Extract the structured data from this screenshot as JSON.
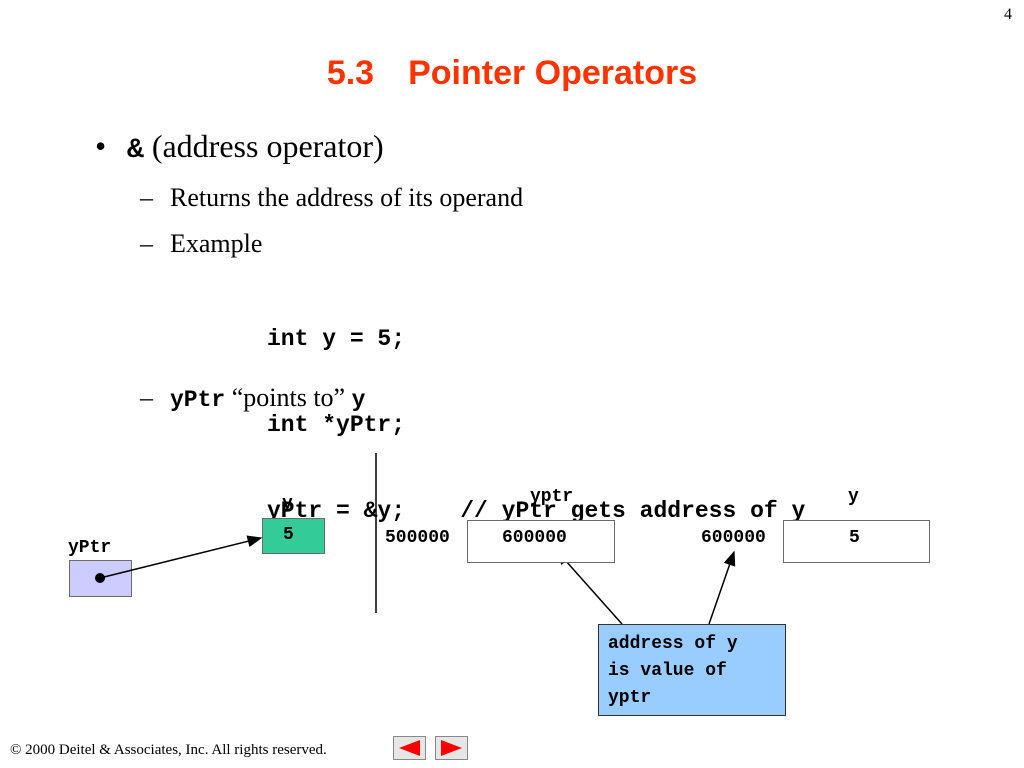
{
  "slide_number": "4",
  "title": "5.3 Pointer Operators",
  "bullet": {
    "symbol": "•",
    "operator": "&",
    "text": " (address operator)"
  },
  "sub_items": {
    "dash": "–",
    "returns": "Returns the address of its operand",
    "example": "Example",
    "points_var": "yPtr",
    "points_text": " “points to” ",
    "points_target": "y"
  },
  "code": [
    "int y = 5;",
    "int *yPtr;",
    "yPtr = &y;    // yPtr gets address of y"
  ],
  "diagram_left": {
    "y_label": "y",
    "y_value": "5",
    "yptr_label": "yPtr"
  },
  "diagram_right": {
    "yptr_label": "yptr",
    "yptr_address": "500000",
    "yptr_value": "600000",
    "y_label": "y",
    "y_address": "600000",
    "y_value": "5",
    "callout_lines": [
      "address of y",
      "is value of",
      "yptr"
    ]
  },
  "footer": "© 2000 Deitel & Associates, Inc.  All rights reserved.",
  "colors": {
    "title": "#ff3300",
    "y_box": "#33cc99",
    "yptr_box": "#ccccff",
    "callout": "#99ccff",
    "nav_arrow": "#ff0000"
  }
}
